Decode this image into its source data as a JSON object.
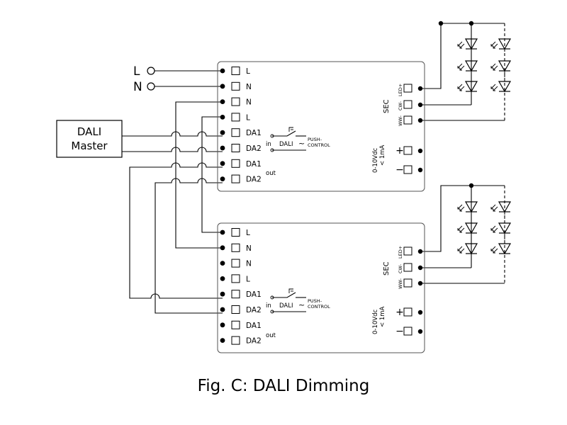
{
  "mains": {
    "l": "L",
    "n": "N"
  },
  "master": {
    "line1": "DALI",
    "line2": "Master"
  },
  "driver": {
    "input_terms": [
      "L",
      "N",
      "N",
      "L",
      "DA1",
      "DA2",
      "DA1",
      "DA2"
    ],
    "out_label": "out",
    "in_label": "in",
    "dali_label": "DALI",
    "tilde": "~",
    "push_label_1": "PUSH-",
    "push_label_2": "CONTROL",
    "sec_label": "SEC",
    "led_plus": "LED+",
    "cw_minus": "CW-",
    "ww_minus": "WW-",
    "vdc_1": "0-10Vdc",
    "vdc_2": "< 1mA",
    "plus": "+",
    "minus": "−"
  },
  "caption": "Fig. C: DALI Dimming",
  "colors": {
    "line": "#000000",
    "box_stroke": "#555555"
  }
}
